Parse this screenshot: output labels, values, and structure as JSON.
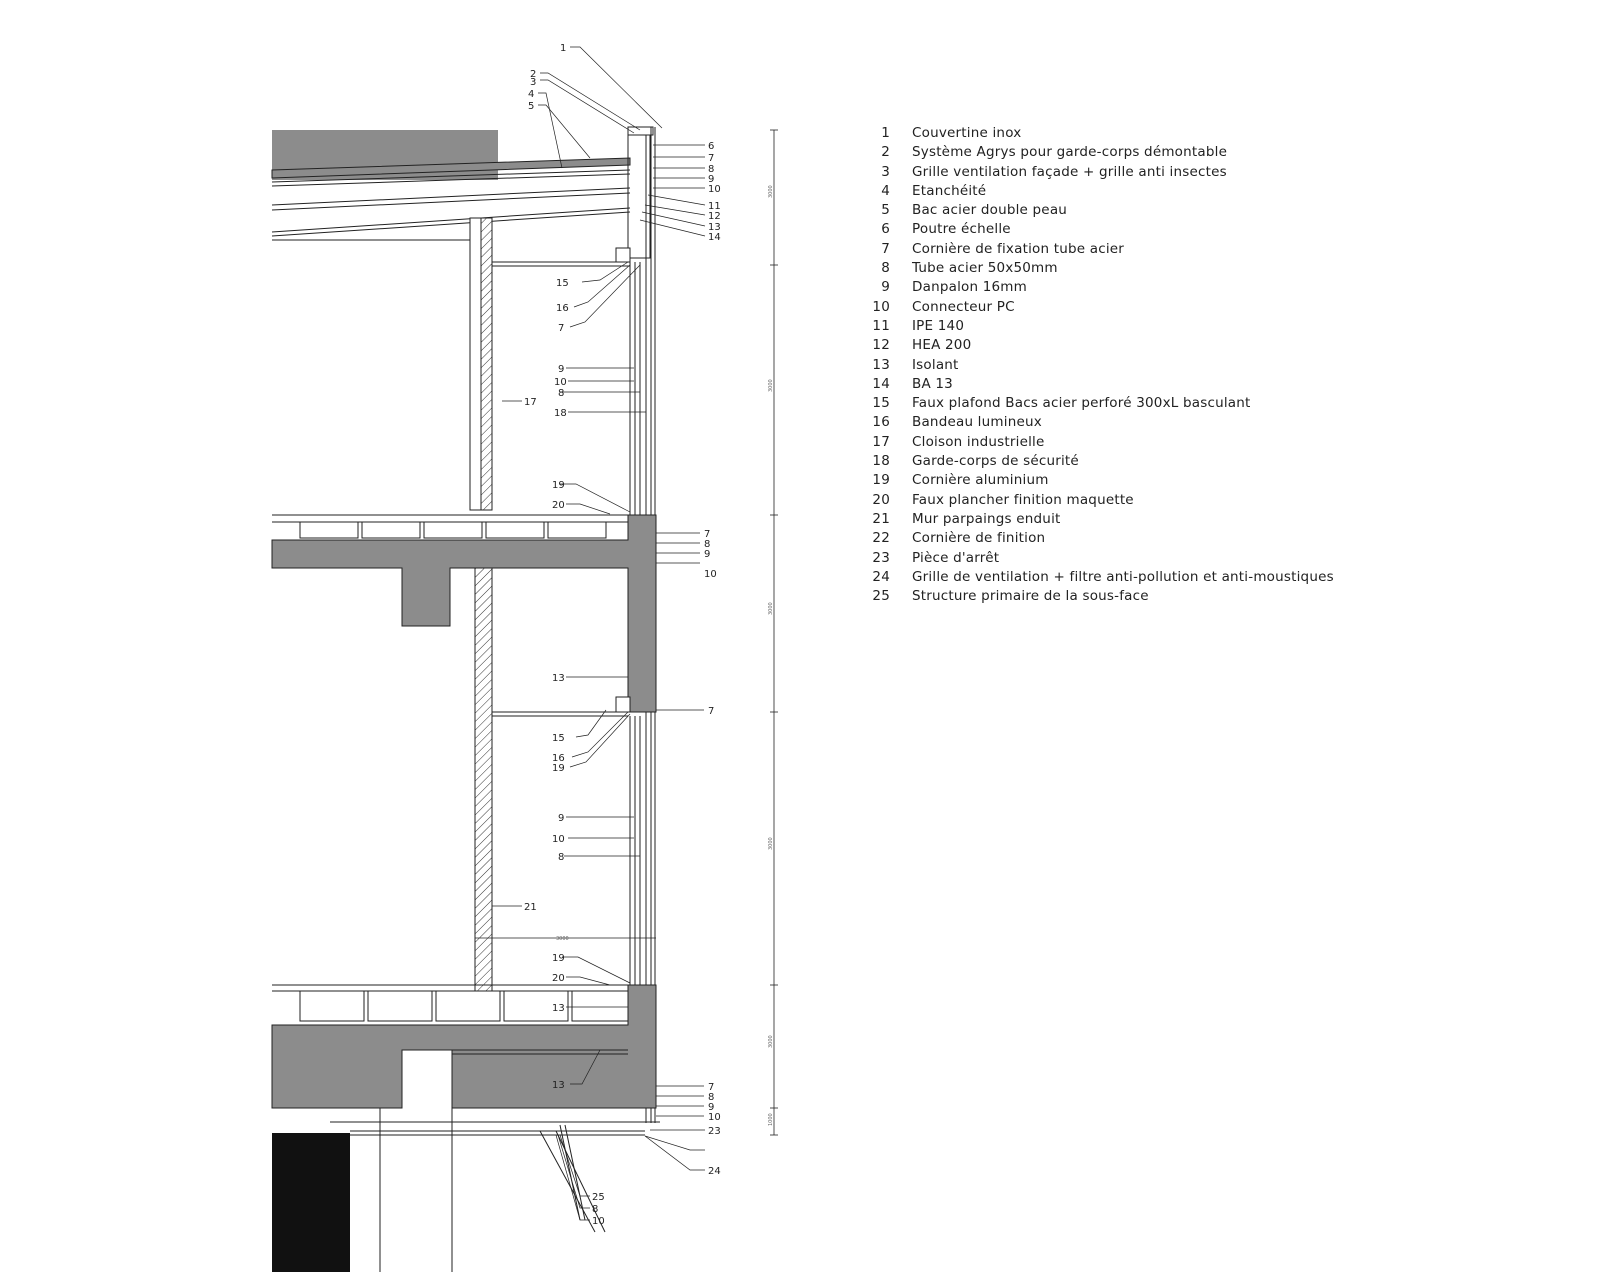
{
  "legend": [
    {
      "num": "1",
      "text": "Couvertine inox"
    },
    {
      "num": "2",
      "text": "Système Agrys pour garde-corps démontable"
    },
    {
      "num": "3",
      "text": "Grille ventilation façade + grille anti insectes"
    },
    {
      "num": "4",
      "text": "Etanchéité"
    },
    {
      "num": "5",
      "text": "Bac acier double peau"
    },
    {
      "num": "6",
      "text": "Poutre échelle"
    },
    {
      "num": "7",
      "text": "Cornière de fixation tube acier"
    },
    {
      "num": "8",
      "text": "Tube acier 50x50mm"
    },
    {
      "num": "9",
      "text": "Danpalon 16mm"
    },
    {
      "num": "10",
      "text": "Connecteur PC"
    },
    {
      "num": "11",
      "text": "IPE 140"
    },
    {
      "num": "12",
      "text": "HEA 200"
    },
    {
      "num": "13",
      "text": "Isolant"
    },
    {
      "num": "14",
      "text": "BA 13"
    },
    {
      "num": "15",
      "text": "Faux plafond Bacs acier perforé 300xL basculant"
    },
    {
      "num": "16",
      "text": "Bandeau lumineux"
    },
    {
      "num": "17",
      "text": "Cloison industrielle"
    },
    {
      "num": "18",
      "text": "Garde-corps de sécurité"
    },
    {
      "num": "19",
      "text": "Cornière aluminium"
    },
    {
      "num": "20",
      "text": "Faux plancher finition maquette"
    },
    {
      "num": "21",
      "text": "Mur parpaings enduit"
    },
    {
      "num": "22",
      "text": "Cornière de finition"
    },
    {
      "num": "23",
      "text": "Pièce d'arrêt"
    },
    {
      "num": "24",
      "text": "Grille de ventilation + filtre anti-pollution et anti-moustiques"
    },
    {
      "num": "25",
      "text": "Structure primaire de la sous-face"
    }
  ],
  "callouts": [
    "1",
    "2",
    "3",
    "4",
    "5",
    "6",
    "7",
    "8",
    "9",
    "10",
    "11",
    "12",
    "13",
    "14",
    "15",
    "16",
    "7",
    "9",
    "10",
    "8",
    "18",
    "17",
    "19",
    "20",
    "7",
    "8",
    "9",
    "10",
    "13",
    "7",
    "15",
    "16",
    "19",
    "9",
    "10",
    "8",
    "21",
    "19",
    "20",
    "13",
    "13",
    "7",
    "8",
    "9",
    "10",
    "23",
    "24",
    "25",
    "8",
    "10"
  ],
  "dimension_labels": [
    "3000",
    "3000",
    "3000",
    "3000",
    "3000",
    "3000",
    "1000"
  ],
  "colors": {
    "concrete": "#8c8c8c",
    "line": "#222222",
    "hatch": "#333333",
    "black": "#111111"
  }
}
